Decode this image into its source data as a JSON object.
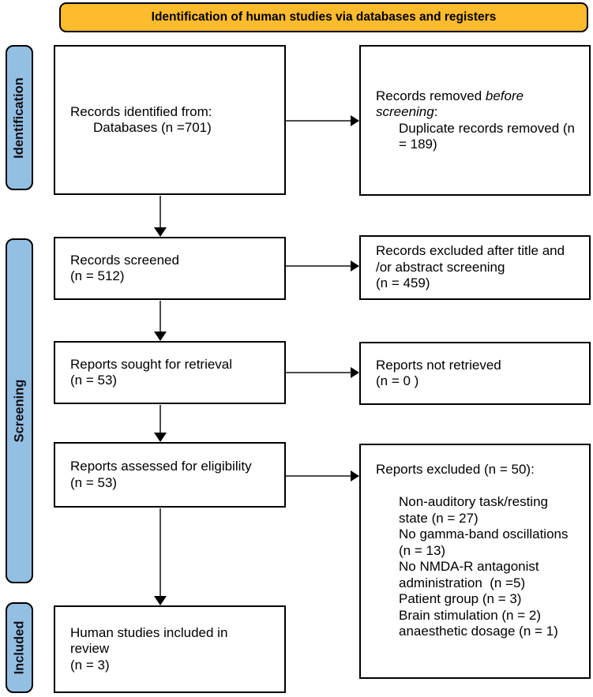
{
  "banner": {
    "title": "Identification of human studies via databases and registers"
  },
  "colors": {
    "banner_bg": "#FDBB2D",
    "stage_bg": "#93BFE2",
    "box_border": "#000000",
    "arrow_line": "#4d4d4d",
    "arrow_head": "#000000"
  },
  "stages": {
    "identification": "Identification",
    "screening": "Screening",
    "included": "Included"
  },
  "boxes": {
    "records_identified": {
      "lines": [
        "Records identified from:",
        {
          "text": "Databases (n =701)",
          "indent": true
        }
      ]
    },
    "records_removed": {
      "lines": [
        {
          "parts": [
            {
              "text": "Records removed "
            },
            {
              "text": "before",
              "italic": true
            }
          ]
        },
        {
          "parts": [
            {
              "text": "screening",
              "italic": true
            },
            {
              "text": ":"
            }
          ]
        },
        {
          "text": "Duplicate records removed (n",
          "indent": true
        },
        {
          "text": "= 189)",
          "indent": true
        }
      ]
    },
    "records_screened": {
      "lines": [
        "Records screened",
        "(n = 512)"
      ]
    },
    "records_excluded_title_abstract": {
      "lines": [
        "Records excluded after title and",
        "/or abstract screening",
        "(n = 459)"
      ]
    },
    "reports_sought": {
      "lines": [
        "Reports sought for retrieval",
        "(n = 53)"
      ]
    },
    "reports_not_retrieved": {
      "lines": [
        "Reports not retrieved",
        "(n = 0 )"
      ]
    },
    "reports_assessed": {
      "lines": [
        "Reports assessed for eligibility",
        "(n = 53)"
      ]
    },
    "reports_excluded": {
      "lines": [
        "Reports excluded (n = 50):",
        "",
        {
          "text": "Non-auditory task/resting",
          "indent": true
        },
        {
          "text": "state (n = 27)",
          "indent": true
        },
        {
          "text": "No gamma-band oscillations",
          "indent": true
        },
        {
          "text": "(n = 13)",
          "indent": true
        },
        {
          "text": "No NMDA-R antagonist",
          "indent": true
        },
        {
          "text": "administration  (n =5)",
          "indent": true
        },
        {
          "text": "Patient group (n = 3)",
          "indent": true
        },
        {
          "text": "Brain stimulation (n = 2)",
          "indent": true
        },
        {
          "text": "anaesthetic dosage (n = 1)",
          "indent": true
        }
      ]
    },
    "included_in_review": {
      "lines": [
        "Human studies included in",
        "review",
        "(n = 3)"
      ]
    }
  }
}
